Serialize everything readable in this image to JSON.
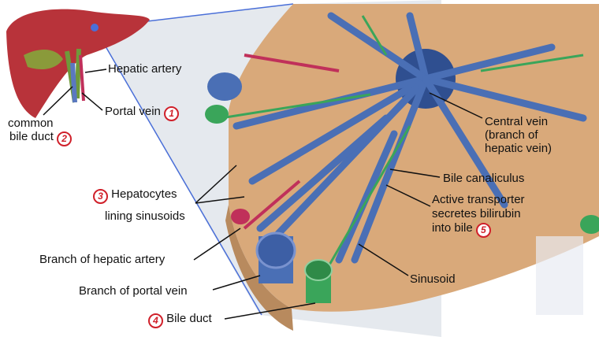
{
  "labels": {
    "hepatic_artery": "Hepatic artery",
    "portal_vein": "Portal vein",
    "portal_vein_num": "1",
    "common_bile_duct_1": "common",
    "common_bile_duct_2": "bile duct",
    "common_bile_duct_num": "2",
    "central_vein_1": "Central vein",
    "central_vein_2": "(branch of",
    "central_vein_3": "hepatic vein)",
    "bile_canaliculus": "Bile canaliculus",
    "active_transporter_1": "Active transporter",
    "active_transporter_2": "secretes bilirubin",
    "active_transporter_3": "into bile",
    "active_transporter_num": "5",
    "hepatocytes_num": "3",
    "hepatocytes_1": "Hepatocytes",
    "hepatocytes_2": "lining sinusoids",
    "branch_hepatic_artery": "Branch of hepatic artery",
    "branch_portal_vein": "Branch of portal vein",
    "bile_duct_num": "4",
    "bile_duct": "Bile duct",
    "sinusoid": "Sinusoid"
  },
  "colors": {
    "liver": "#b8333a",
    "hepatocyte": "#d9a97a",
    "sinusoid": "#4a6fb5",
    "bile": "#3aa55a",
    "artery": "#c0305a",
    "zoom_wedge": "#dfe3ea",
    "accent_number": "#d0202a"
  }
}
